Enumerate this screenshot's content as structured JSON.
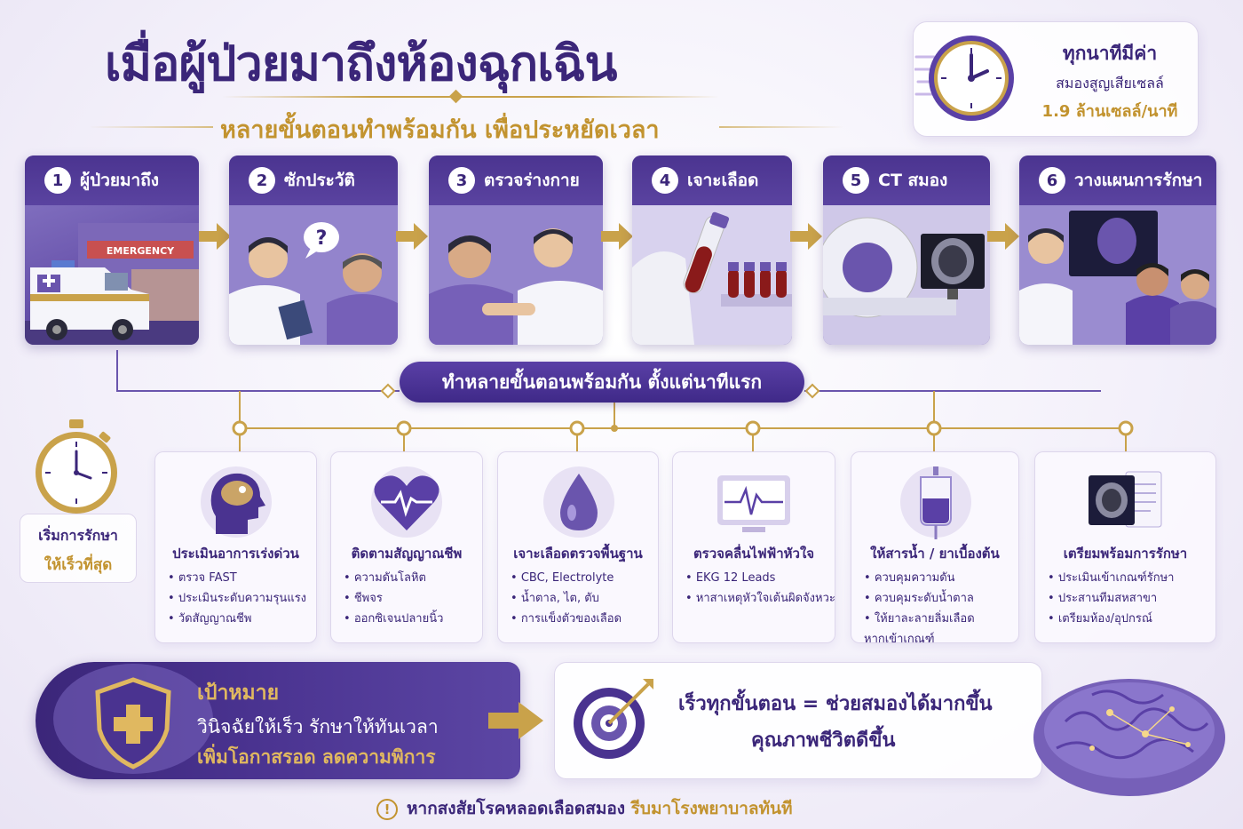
{
  "header": {
    "title": "เมื่อผู้ป่วยมาถึงห้องฉุกเฉิน",
    "subtitle": "หลายขั้นตอนทำพร้อมกัน เพื่อประหยัดเวลา"
  },
  "clock_card": {
    "line1": "ทุกนาทีมีค่า",
    "line2": "สมองสูญเสียเซลล์",
    "line3": "1.9 ล้านเซลล์/นาที"
  },
  "steps": [
    {
      "num": "1",
      "label": "ผู้ป่วยมาถึง",
      "sign": "EMERGENCY"
    },
    {
      "num": "2",
      "label": "ซักประวัติ",
      "bubble": "?"
    },
    {
      "num": "3",
      "label": "ตรวจร่างกาย"
    },
    {
      "num": "4",
      "label": "เจาะเลือด"
    },
    {
      "num": "5",
      "label": "CT สมอง"
    },
    {
      "num": "6",
      "label": "วางแผนการรักษา"
    }
  ],
  "banner": "ทำหลายขั้นตอนพร้อมกัน ตั้งแต่นาทีแรก",
  "start": {
    "line1": "เริ่มการรักษา",
    "line2": "ให้เร็วที่สุด"
  },
  "info_cards": [
    {
      "title": "ประเมินอาการเร่งด่วน",
      "icon": "brain-head-icon",
      "items": [
        "ตรวจ FAST",
        "ประเมินระดับความรุนแรง",
        "วัดสัญญาณชีพ"
      ]
    },
    {
      "title": "ติดตามสัญญาณชีพ",
      "icon": "heart-pulse-icon",
      "items": [
        "ความดันโลหิต",
        "ชีพจร",
        "ออกซิเจนปลายนิ้ว"
      ]
    },
    {
      "title": "เจาะเลือดตรวจพื้นฐาน",
      "icon": "blood-drop-icon",
      "items": [
        "CBC, Electrolyte",
        "น้ำตาล, ไต, ตับ",
        "การแข็งตัวของเลือด"
      ]
    },
    {
      "title": "ตรวจคลื่นไฟฟ้าหัวใจ",
      "icon": "ekg-monitor-icon",
      "items": [
        "EKG 12 Leads",
        "หาสาเหตุหัวใจเต้นผิดจังหวะ"
      ]
    },
    {
      "title": "ให้สารน้ำ / ยาเบื้องต้น",
      "icon": "iv-bag-icon",
      "items": [
        "ควบคุมความดัน",
        "ควบคุมระดับน้ำตาล",
        "ให้ยาละลายลิ่มเลือด",
        "หากเข้าเกณฑ์"
      ]
    },
    {
      "title": "เตรียมพร้อมการรักษา",
      "icon": "brain-scan-report-icon",
      "items": [
        "ประเมินเข้าเกณฑ์รักษา",
        "ประสานทีมสหสาขา",
        "เตรียมห้อง/อุปกรณ์"
      ]
    }
  ],
  "goal": {
    "title": "เป้าหมาย",
    "line1": "วินิจฉัยให้เร็ว รักษาให้ทันเวลา",
    "line2": "เพิ่มโอกาสรอด ลดความพิการ"
  },
  "result": {
    "line1": "เร็วทุกขั้นตอน = ช่วยสมองได้มากขึ้น",
    "line2": "คุณภาพชีวิตดีขึ้น"
  },
  "footer": {
    "icon": "!",
    "part1": "หากสงสัยโรคหลอดเลือดสมอง",
    "part2": "รีบมาโรงพยาบาลทันที"
  },
  "colors": {
    "primary": "#3b2679",
    "accent": "#c2932f",
    "card": "#6a55ad"
  }
}
